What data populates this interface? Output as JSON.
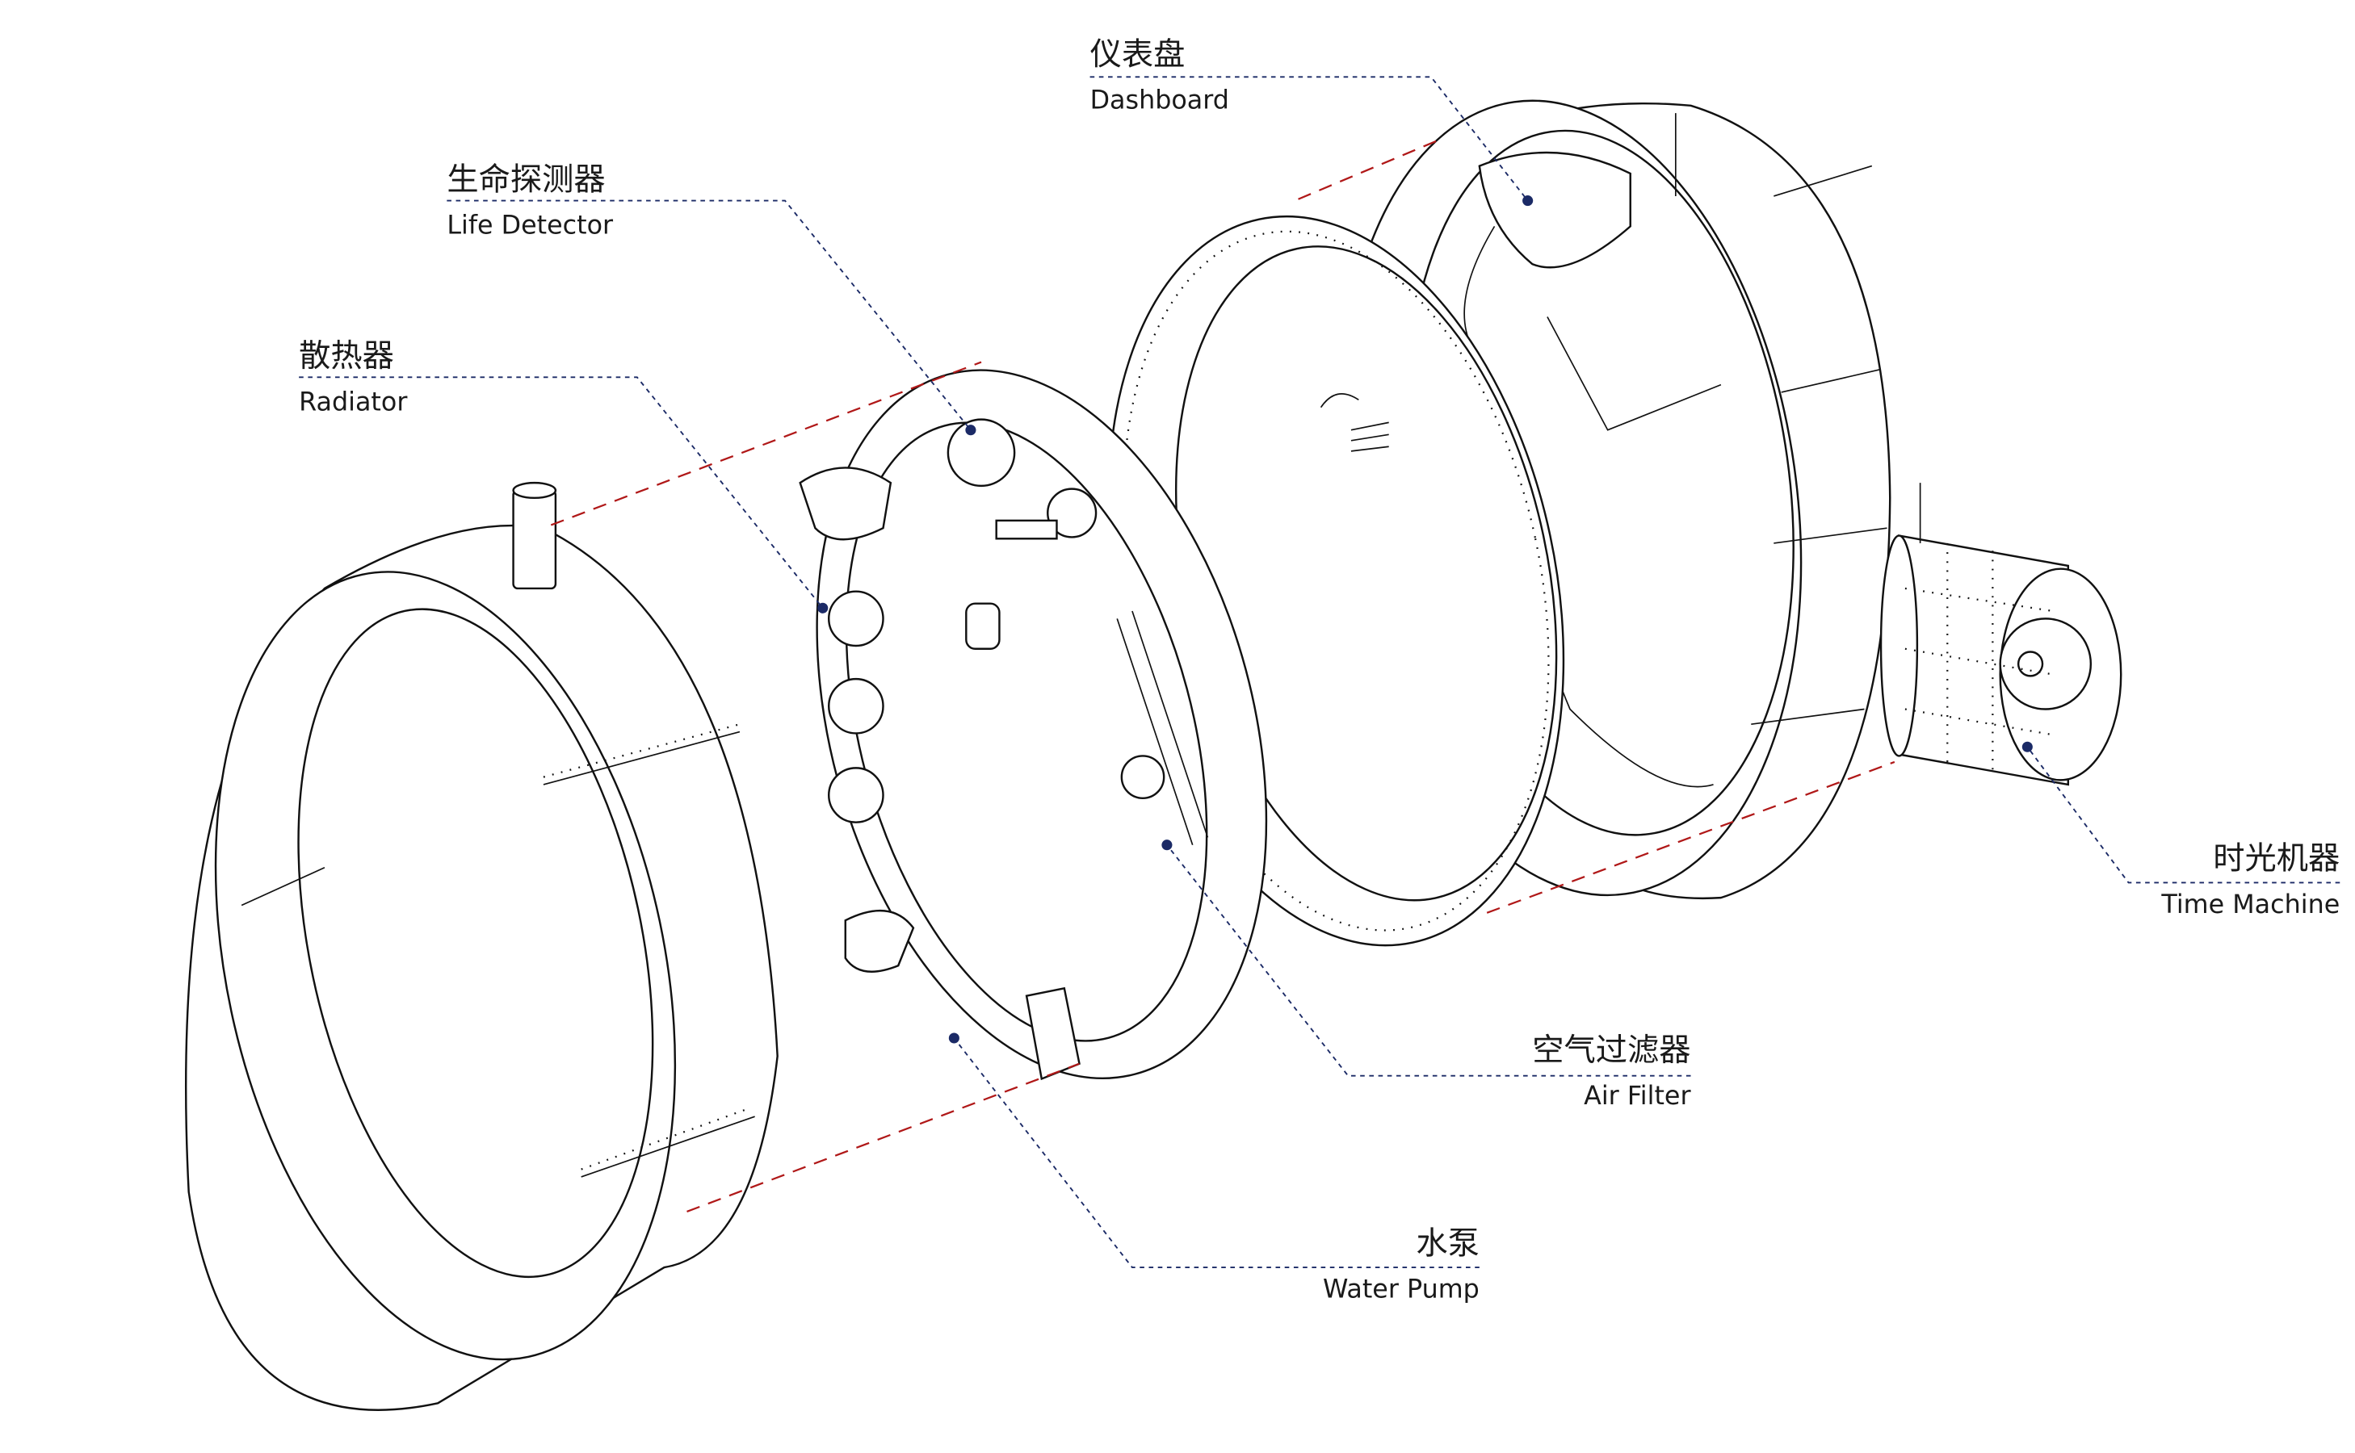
{
  "labels": {
    "dashboard": {
      "cn": "仪表盘",
      "en": "Dashboard"
    },
    "life_detector": {
      "cn": "生命探测器",
      "en": "Life Detector"
    },
    "radiator": {
      "cn": "散热器",
      "en": "Radiator"
    },
    "time_machine": {
      "cn": "时光机器",
      "en": "Time Machine"
    },
    "air_filter": {
      "cn": "空气过滤器",
      "en": "Air Filter"
    },
    "water_pump": {
      "cn": "水泵",
      "en": "Water Pump"
    }
  },
  "colors": {
    "leader": "#1b2a66",
    "guide": "#b01818",
    "line": "#111111"
  }
}
